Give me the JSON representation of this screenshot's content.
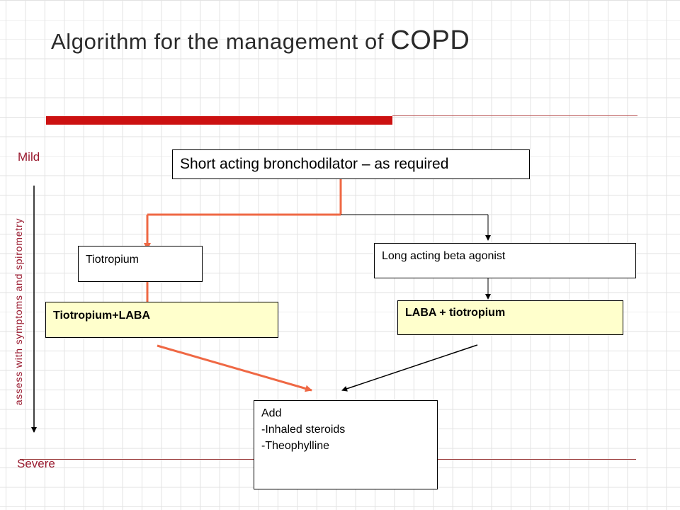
{
  "title": {
    "main": "Algorithm for the management of ",
    "emphasis": "COPD"
  },
  "scale": {
    "mild": "Mild",
    "severe": "Severe",
    "axis_label": "assess with symptoms and spirometry"
  },
  "boxes": {
    "top": "Short acting bronchodilator – as required",
    "tiotropium": "Tiotropium",
    "laba": "Long acting beta agonist",
    "tiotropium_laba": "Tiotropium+LABA",
    "laba_tiotropium": "LABA + tiotropium",
    "add": {
      "heading": "Add",
      "items": [
        "-Inhaled steroids",
        "-Theophylline"
      ]
    }
  },
  "colors": {
    "accent": "#cc1111",
    "highlight_arrow": "#ef6844",
    "label": "#9a1b30",
    "box_fill": "#ffffcc"
  }
}
